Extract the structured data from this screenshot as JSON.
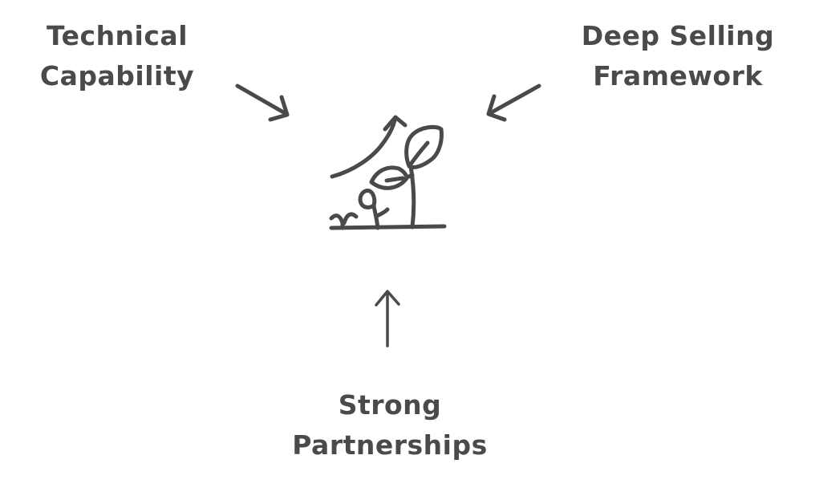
{
  "canvas": {
    "background": "#ffffff",
    "ink_color": "#4a4a4a"
  },
  "diagram": {
    "type": "hand-drawn concept diagram",
    "center_icon": "growth-plant-icon",
    "labels": {
      "technical": {
        "line1": "Technical",
        "line2": "Capability"
      },
      "framework": {
        "line1": "Deep Selling",
        "line2": "Framework"
      },
      "partnerships": {
        "line1": "Strong",
        "line2": "Partnerships"
      }
    },
    "arrows": [
      {
        "name": "arrow-from-technical-capability",
        "direction": "down-right",
        "points_to": "growth-plant-icon"
      },
      {
        "name": "arrow-from-deep-selling-framework",
        "direction": "down-left",
        "points_to": "growth-plant-icon"
      },
      {
        "name": "arrow-from-strong-partnerships",
        "direction": "up",
        "points_to": "growth-plant-icon"
      }
    ]
  }
}
